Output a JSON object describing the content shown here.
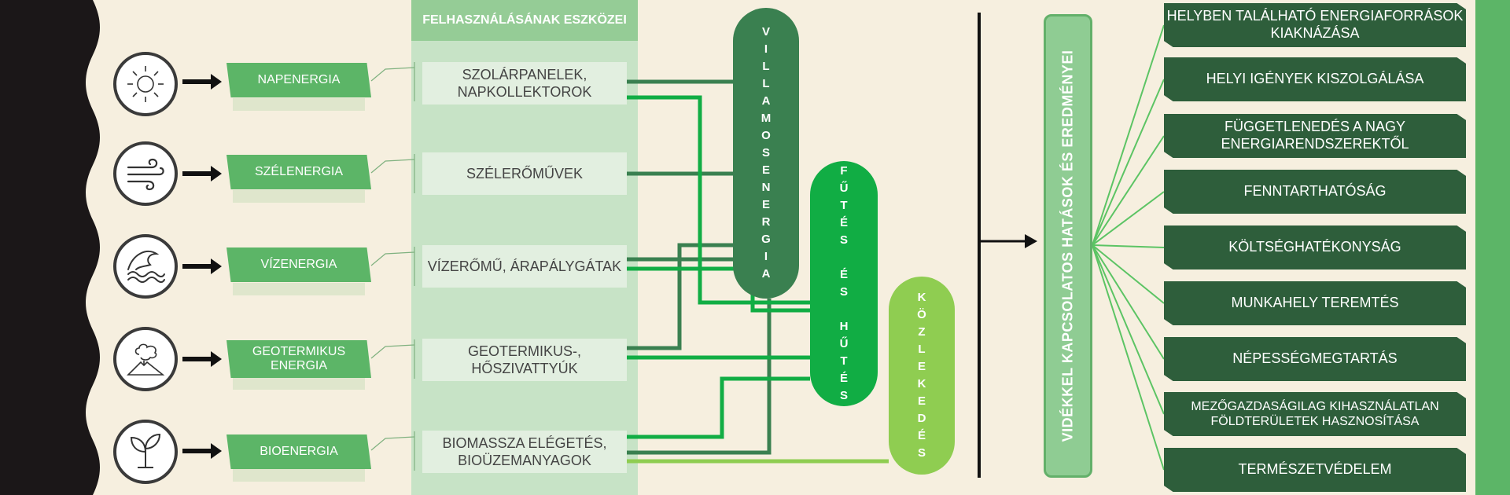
{
  "colors": {
    "background": "#f6efdf",
    "dark_band": "#1b1718",
    "source_green": "#5cb567",
    "tools_band": "#c7e3c6",
    "villamos": "#3a8050",
    "futes": "#11ad44",
    "kozlekedes": "#8fcd51",
    "outcome_dark": "#2e5e3b"
  },
  "sources": [
    {
      "label": "NAPENERGIA",
      "icon": "sun-icon"
    },
    {
      "label": "SZÉLENERGIA",
      "icon": "wind-icon"
    },
    {
      "label": "VÍZENERGIA",
      "icon": "wave-icon"
    },
    {
      "label": "GEOTERMIKUS ENERGIA",
      "icon": "volcano-icon"
    },
    {
      "label": "BIOENERGIA",
      "icon": "sprout-icon"
    }
  ],
  "tools_column": {
    "header": "FELHASZNÁLÁSÁNAK ESZKÖZEI",
    "items": [
      "SZOLÁRPANELEK, NAPKOLLEKTOROK",
      "SZÉLERŐMŰVEK",
      "VÍZERŐMŰ, ÁRAPÁLYGÁTAK",
      "GEOTERMIKUS-, HŐSZIVATTYÚK",
      "BIOMASSZA ELÉGETÉS, BIOÜZEMANYAGOK"
    ]
  },
  "sectors": [
    {
      "id": "villamos",
      "letters": [
        "V",
        "I",
        "L",
        "L",
        "A",
        "M",
        "O",
        "S",
        "E",
        "N",
        "E",
        "R",
        "G",
        "I",
        "A"
      ]
    },
    {
      "id": "futes",
      "letters": [
        "F",
        "Ű",
        "T",
        "É",
        "S",
        "",
        "É",
        "S",
        "",
        "H",
        "Ű",
        "T",
        "É",
        "S"
      ]
    },
    {
      "id": "kozlekedes",
      "letters": [
        "K",
        "Ö",
        "Z",
        "L",
        "E",
        "K",
        "E",
        "D",
        "É",
        "S"
      ]
    }
  ],
  "impacts_title": "VIDÉKKEL KAPCSOLATOS HATÁSOK ÉS EREDMÉNYEI",
  "outcomes": [
    "HELYBEN TALÁLHATÓ ENERGIAFORRÁSOK KIAKNÁZÁSA",
    "HELYI IGÉNYEK KISZOLGÁLÁSA",
    "FÜGGETLENEDÉS A NAGY ENERGIARENDSZEREKTŐL",
    "FENNTARTHATÓSÁG",
    "KÖLTSÉGHATÉKONYSÁG",
    "MUNKAHELY TEREMTÉS",
    "NÉPESSÉGMEGTARTÁS",
    "MEZŐGAZDASÁGILAG KIHASZNÁLATLAN FÖLDTERÜLETEK HASZNOSÍTÁSA",
    "TERMÉSZETVÉDELEM"
  ]
}
